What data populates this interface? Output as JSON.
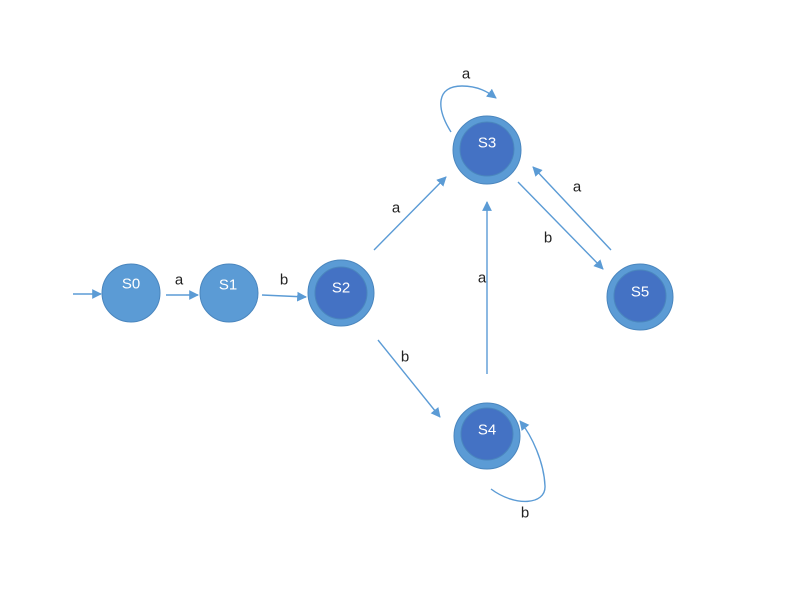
{
  "diagram": {
    "type": "finite-state-automaton",
    "colors": {
      "state_fill": "#5B9BD5",
      "state_stroke": "#4A86BE",
      "accept_inner_fill": "#4472C4",
      "edge": "#5B9BD5",
      "label_text": "#222222",
      "state_text": "#ffffff"
    },
    "states": [
      {
        "id": "S0",
        "label": "S0",
        "start": true,
        "accepting": false
      },
      {
        "id": "S1",
        "label": "S1",
        "start": false,
        "accepting": false
      },
      {
        "id": "S2",
        "label": "S2",
        "start": false,
        "accepting": true
      },
      {
        "id": "S3",
        "label": "S3",
        "start": false,
        "accepting": true
      },
      {
        "id": "S4",
        "label": "S4",
        "start": false,
        "accepting": true
      },
      {
        "id": "S5",
        "label": "S5",
        "start": false,
        "accepting": true
      }
    ],
    "transitions": [
      {
        "id": "t-s0-s1",
        "from": "S0",
        "to": "S1",
        "label": "a"
      },
      {
        "id": "t-s1-s2",
        "from": "S1",
        "to": "S2",
        "label": "b"
      },
      {
        "id": "t-s2-s3",
        "from": "S2",
        "to": "S3",
        "label": "a"
      },
      {
        "id": "t-s2-s4",
        "from": "S2",
        "to": "S4",
        "label": "b"
      },
      {
        "id": "t-s3-s3",
        "from": "S3",
        "to": "S3",
        "label": "a"
      },
      {
        "id": "t-s3-s5",
        "from": "S3",
        "to": "S5",
        "label": "b"
      },
      {
        "id": "t-s5-s3",
        "from": "S5",
        "to": "S3",
        "label": "a"
      },
      {
        "id": "t-s4-s3",
        "from": "S4",
        "to": "S3",
        "label": "a"
      },
      {
        "id": "t-s4-s4",
        "from": "S4",
        "to": "S4",
        "label": "b"
      }
    ]
  }
}
